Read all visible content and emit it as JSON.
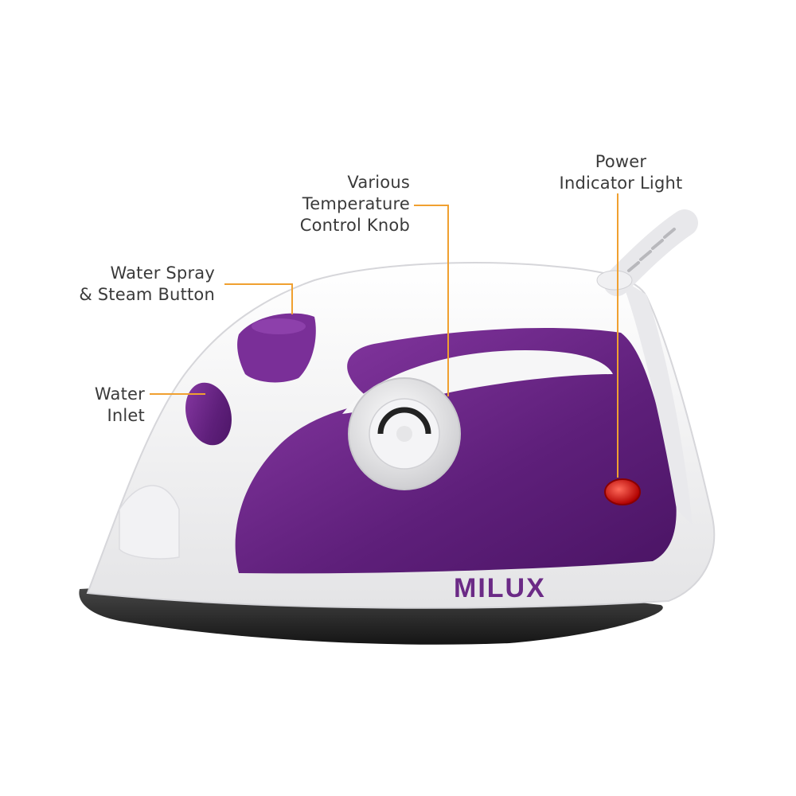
{
  "brand": "MILUX",
  "colors": {
    "accent_purple": "#6b2a86",
    "leader_line": "#f0a030",
    "body_white": "#f4f4f4",
    "indicator_red": "#d01010",
    "soleplate": "#2a2a2a"
  },
  "callouts": {
    "power_indicator": {
      "line1": "Power",
      "line2": "Indicator Light"
    },
    "temperature_knob": {
      "line1": "Various",
      "line2": "Temperature",
      "line3": "Control Knob"
    },
    "spray_button": {
      "line1": "Water Spray",
      "line2": "& Steam Button"
    },
    "water_inlet": {
      "line1": "Water",
      "line2": "Inlet"
    }
  }
}
